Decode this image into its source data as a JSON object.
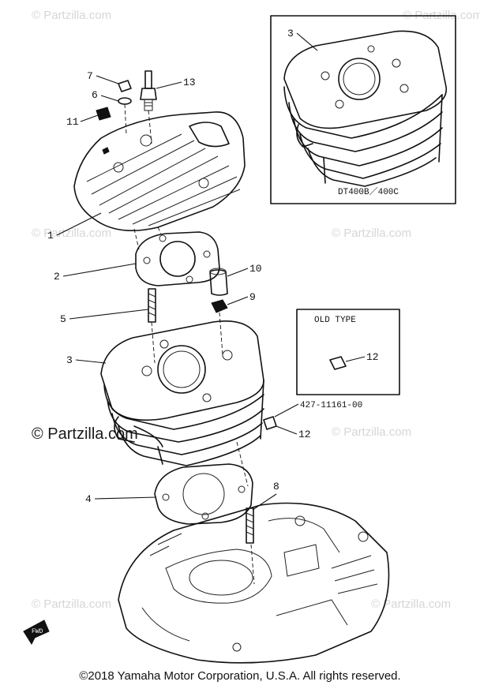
{
  "watermark": "© Partzilla.com",
  "copyright": "©2018 Yamaha Motor Corporation, U.S.A. All rights reserved.",
  "inset_model_label": "DT400B／400C",
  "old_type": {
    "title": "OLD TYPE",
    "part_number": "427-11161-00"
  },
  "callouts": {
    "c1": "1",
    "c2": "2",
    "c3": "3",
    "c3_inset": "3",
    "c4": "4",
    "c5": "5",
    "c6": "6",
    "c7": "7",
    "c8": "8",
    "c9": "9",
    "c10": "10",
    "c11": "11",
    "c12": "12",
    "c12_old": "12",
    "c13": "13"
  },
  "fwd_label": "FWD"
}
